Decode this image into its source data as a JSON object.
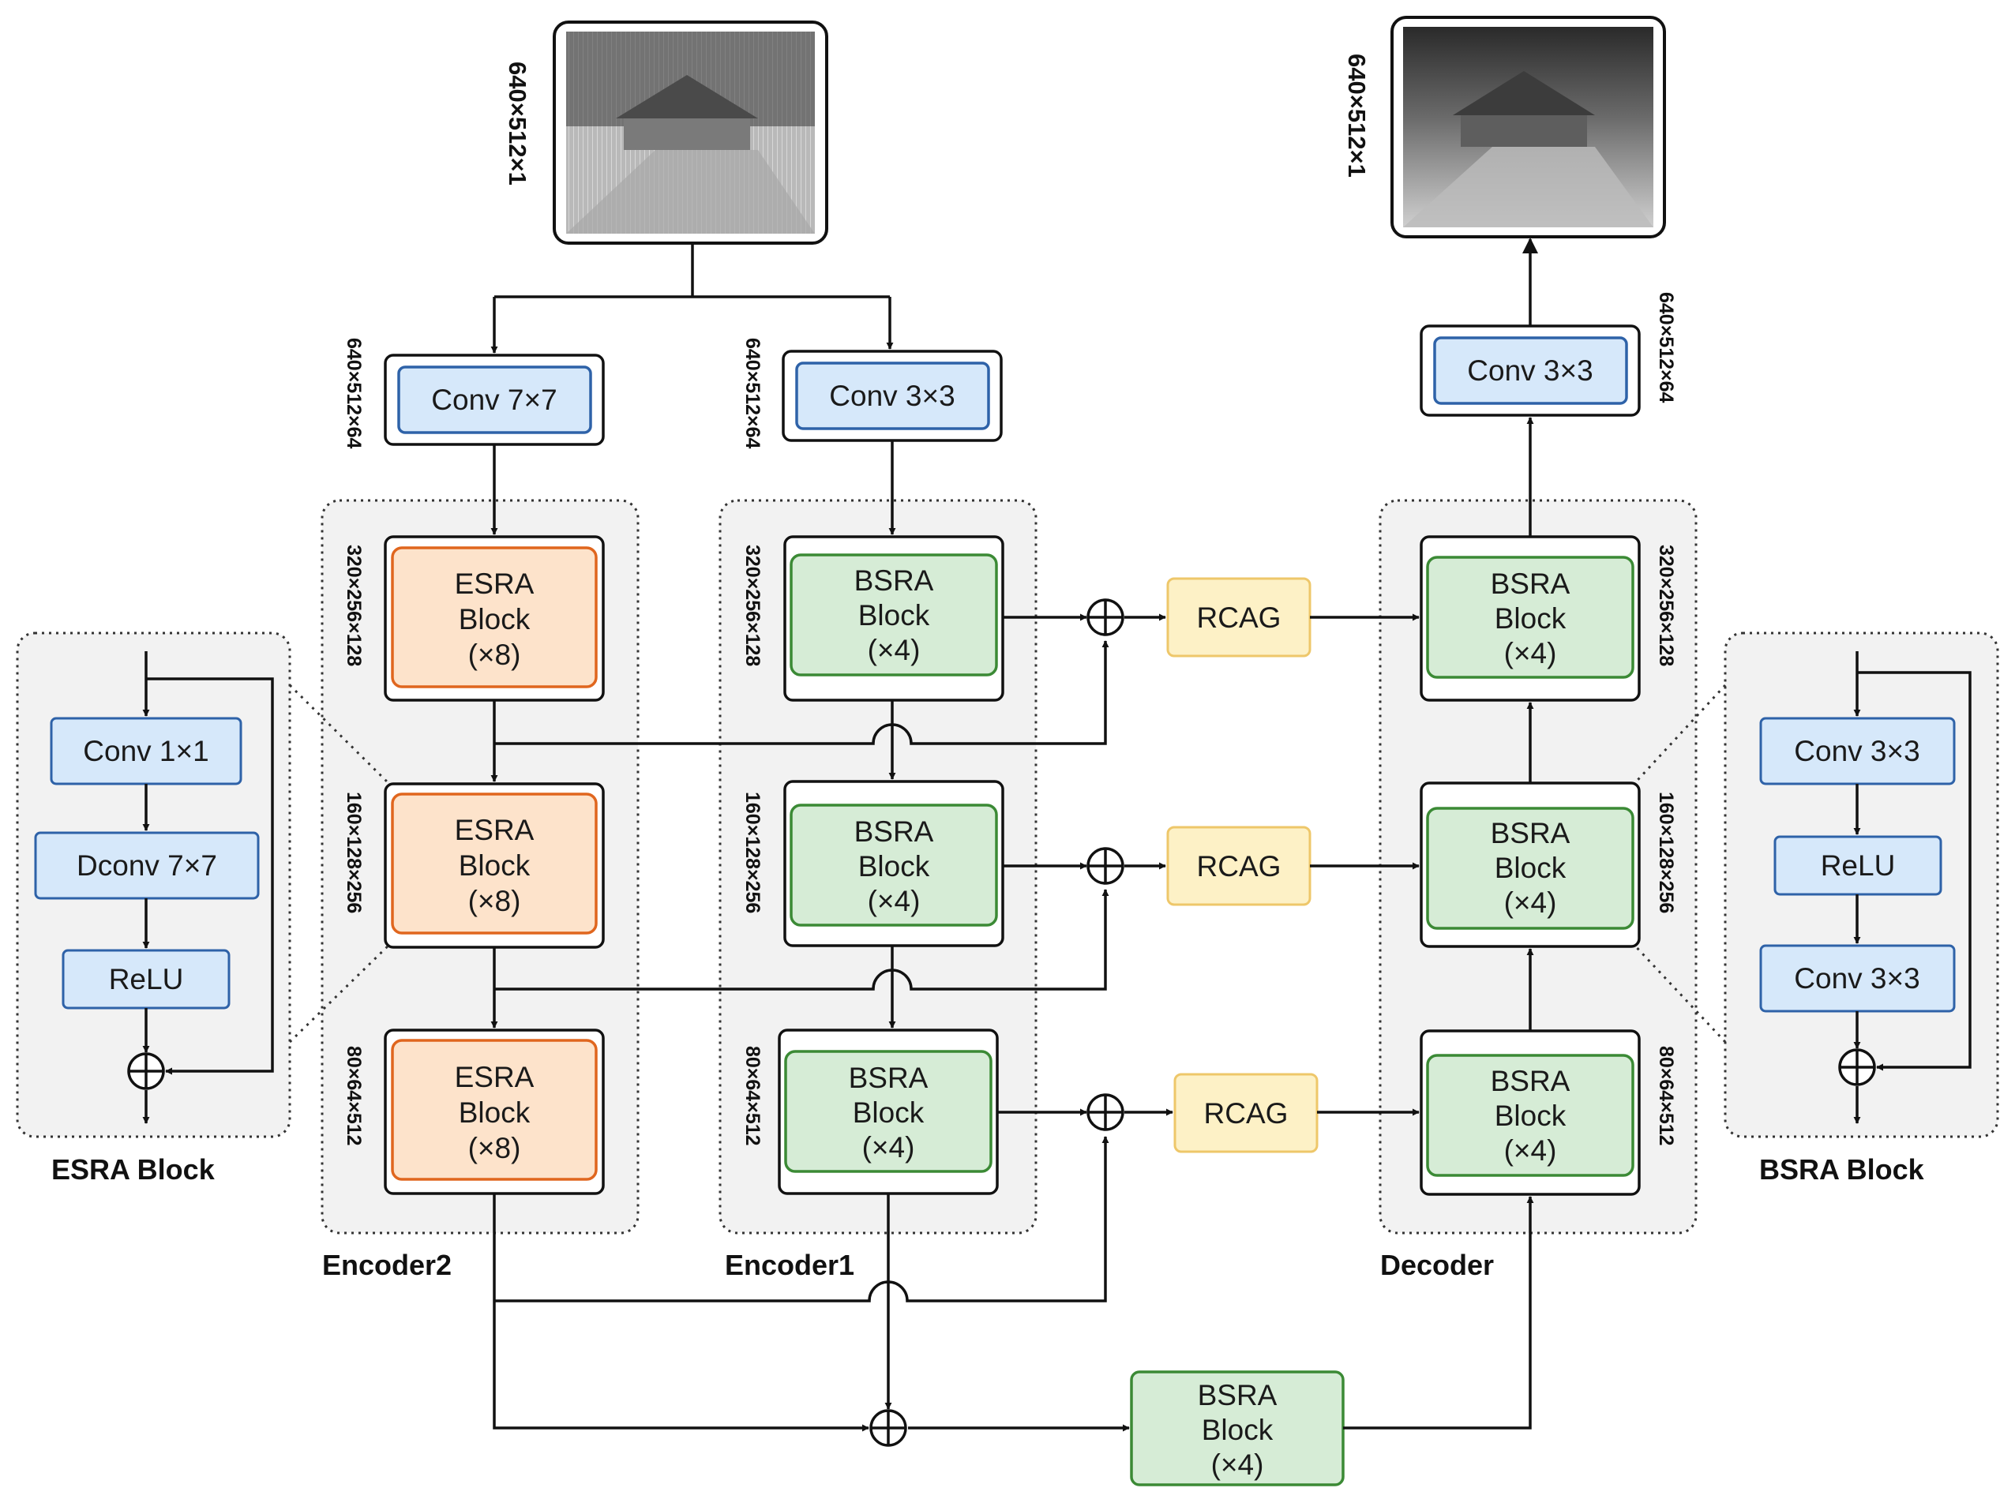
{
  "input_dim": "640×512×1",
  "output_dim": "640×512×1",
  "encoder2": {
    "label": "Encoder2",
    "conv": "Conv 7×7",
    "conv_dim": "640×512×64",
    "stages": [
      {
        "dim": "320×256×128",
        "line1": "ESRA",
        "line2": "Block",
        "line3": "(×8)"
      },
      {
        "dim": "160×128×256",
        "line1": "ESRA",
        "line2": "Block",
        "line3": "(×8)"
      },
      {
        "dim": "80×64×512",
        "line1": "ESRA",
        "line2": "Block",
        "line3": "(×8)"
      }
    ]
  },
  "encoder1": {
    "label": "Encoder1",
    "conv": "Conv 3×3",
    "conv_dim": "640×512×64",
    "stages": [
      {
        "dim": "320×256×128",
        "line1": "BSRA",
        "line2": "Block",
        "line3": "(×4)"
      },
      {
        "dim": "160×128×256",
        "line1": "BSRA",
        "line2": "Block",
        "line3": "(×4)"
      },
      {
        "dim": "80×64×512",
        "line1": "BSRA",
        "line2": "Block",
        "line3": "(×4)"
      }
    ]
  },
  "rcag": [
    "RCAG",
    "RCAG",
    "RCAG"
  ],
  "decoder": {
    "label": "Decoder",
    "conv": "Conv 3×3",
    "conv_dim": "640×512×64",
    "stages": [
      {
        "dim": "320×256×128",
        "line1": "BSRA",
        "line2": "Block",
        "line3": "(×4)"
      },
      {
        "dim": "160×128×256",
        "line1": "BSRA",
        "line2": "Block",
        "line3": "(×4)"
      },
      {
        "dim": "80×64×512",
        "line1": "BSRA",
        "line2": "Block",
        "line3": "(×4)"
      }
    ]
  },
  "bottleneck": {
    "line1": "BSRA",
    "line2": "Block",
    "line3": "(×4)"
  },
  "esra_detail": {
    "title": "ESRA Block",
    "layers": [
      "Conv 1×1",
      "Dconv 7×7",
      "ReLU"
    ]
  },
  "bsra_detail": {
    "title": "BSRA Block",
    "layers": [
      "Conv 3×3",
      "ReLU",
      "Conv 3×3"
    ]
  },
  "colors": {
    "blue_fill": "#d6e8fa",
    "blue_stroke": "#2e62a8",
    "orange_fill": "#fde3cb",
    "orange_stroke": "#e0661e",
    "green_fill": "#d6ecd6",
    "green_stroke": "#3b8a35",
    "yellow_fill": "#fdf1c6",
    "yellow_stroke": "#eec76a",
    "group_fill": "#f2f2f2"
  }
}
